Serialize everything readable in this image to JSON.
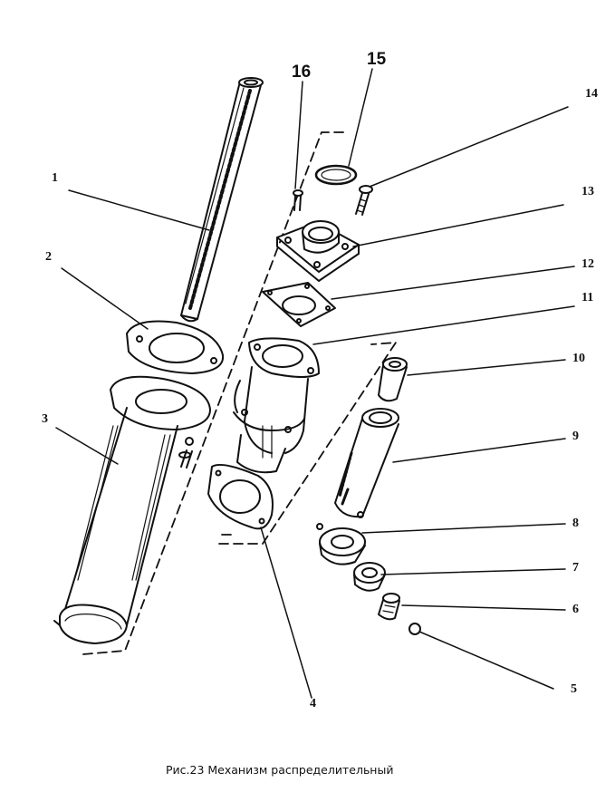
{
  "figure": {
    "caption": "Рис.23 Механизм распределительный",
    "labels": {
      "p1": "1",
      "p2": "2",
      "p3": "3",
      "p4": "4",
      "p5": "5",
      "p6": "6",
      "p7": "7",
      "p8": "8",
      "p9": "9",
      "p10": "10",
      "p11": "11",
      "p12": "12",
      "p13": "13",
      "p14": "14",
      "p15": "15",
      "p16": "16"
    }
  }
}
